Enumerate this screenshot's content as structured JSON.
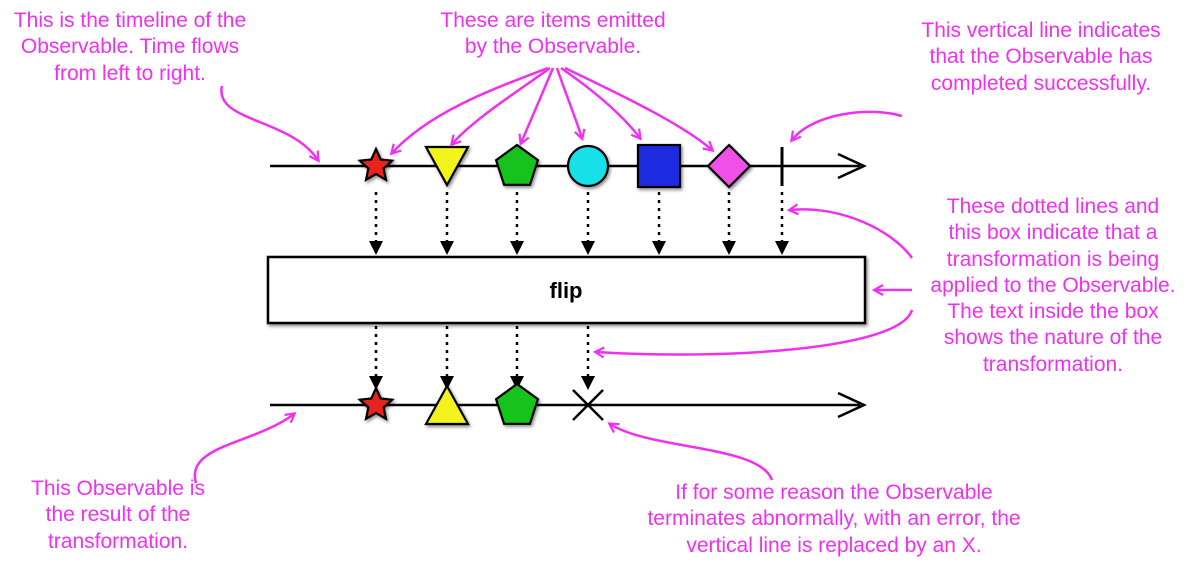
{
  "operator": {
    "label": "flip"
  },
  "annotations": {
    "timeline": [
      "This is the timeline of the",
      "Observable. Time flows",
      "from left to right."
    ],
    "items": [
      "These are items emitted",
      "by the Observable."
    ],
    "completed": [
      "This vertical line indicates",
      "that the Observable has",
      "completed successfully."
    ],
    "transformation": [
      "These dotted lines and",
      "this box indicate that a",
      "transformation is being",
      "applied to the Observable.",
      "The text inside the box",
      "shows the nature of the",
      "transformation."
    ],
    "result": [
      "This Observable is",
      "the result of the",
      "transformation."
    ],
    "error": [
      "If for some reason the Observable",
      "terminates abnormally, with an error, the",
      "vertical line is replaced by an X."
    ]
  },
  "source_items": [
    {
      "shape": "star",
      "color": "#e8231e",
      "icon": "star-icon"
    },
    {
      "shape": "triangle-down",
      "color": "#f2f21d",
      "icon": "triangle-down-icon"
    },
    {
      "shape": "pentagon",
      "color": "#16c21a",
      "icon": "pentagon-icon"
    },
    {
      "shape": "circle",
      "color": "#14e0e8",
      "icon": "circle-icon"
    },
    {
      "shape": "square",
      "color": "#1c2ae0",
      "icon": "square-icon"
    },
    {
      "shape": "diamond",
      "color": "#f050e8",
      "icon": "diamond-icon"
    }
  ],
  "result_items": [
    {
      "shape": "star",
      "color": "#e8231e",
      "icon": "star-icon"
    },
    {
      "shape": "triangle-up",
      "color": "#f2f21d",
      "icon": "triangle-up-icon"
    },
    {
      "shape": "pentagon",
      "color": "#16c21a",
      "icon": "pentagon-icon"
    },
    {
      "shape": "x",
      "color": "#000000",
      "icon": "error-x-icon"
    }
  ],
  "colors": {
    "annotation": "#f030f0",
    "line": "#000000"
  }
}
